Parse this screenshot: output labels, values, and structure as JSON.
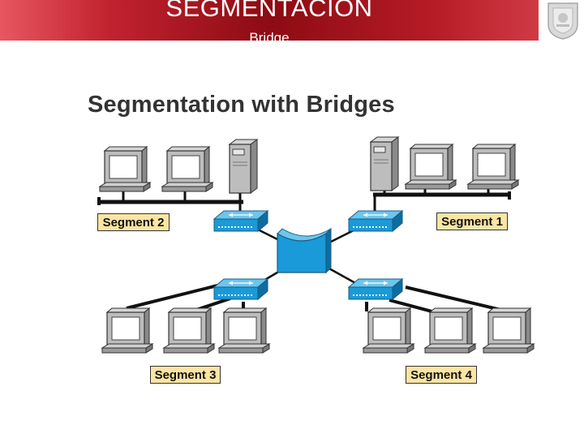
{
  "header": {
    "title": "SEGMENTACION",
    "subtitle": "Bridge"
  },
  "logo": {
    "icon": "institution-crest-icon"
  },
  "diagram": {
    "title": "Segmentation with Bridges",
    "segments": [
      {
        "label": "Segment 2"
      },
      {
        "label": "Segment 1"
      },
      {
        "label": "Segment 3"
      },
      {
        "label": "Segment 4"
      }
    ],
    "colors": {
      "header_red": "#8d0b13",
      "device_blue": "#1a9ad8",
      "label_fill": "#fbe5a3"
    }
  }
}
